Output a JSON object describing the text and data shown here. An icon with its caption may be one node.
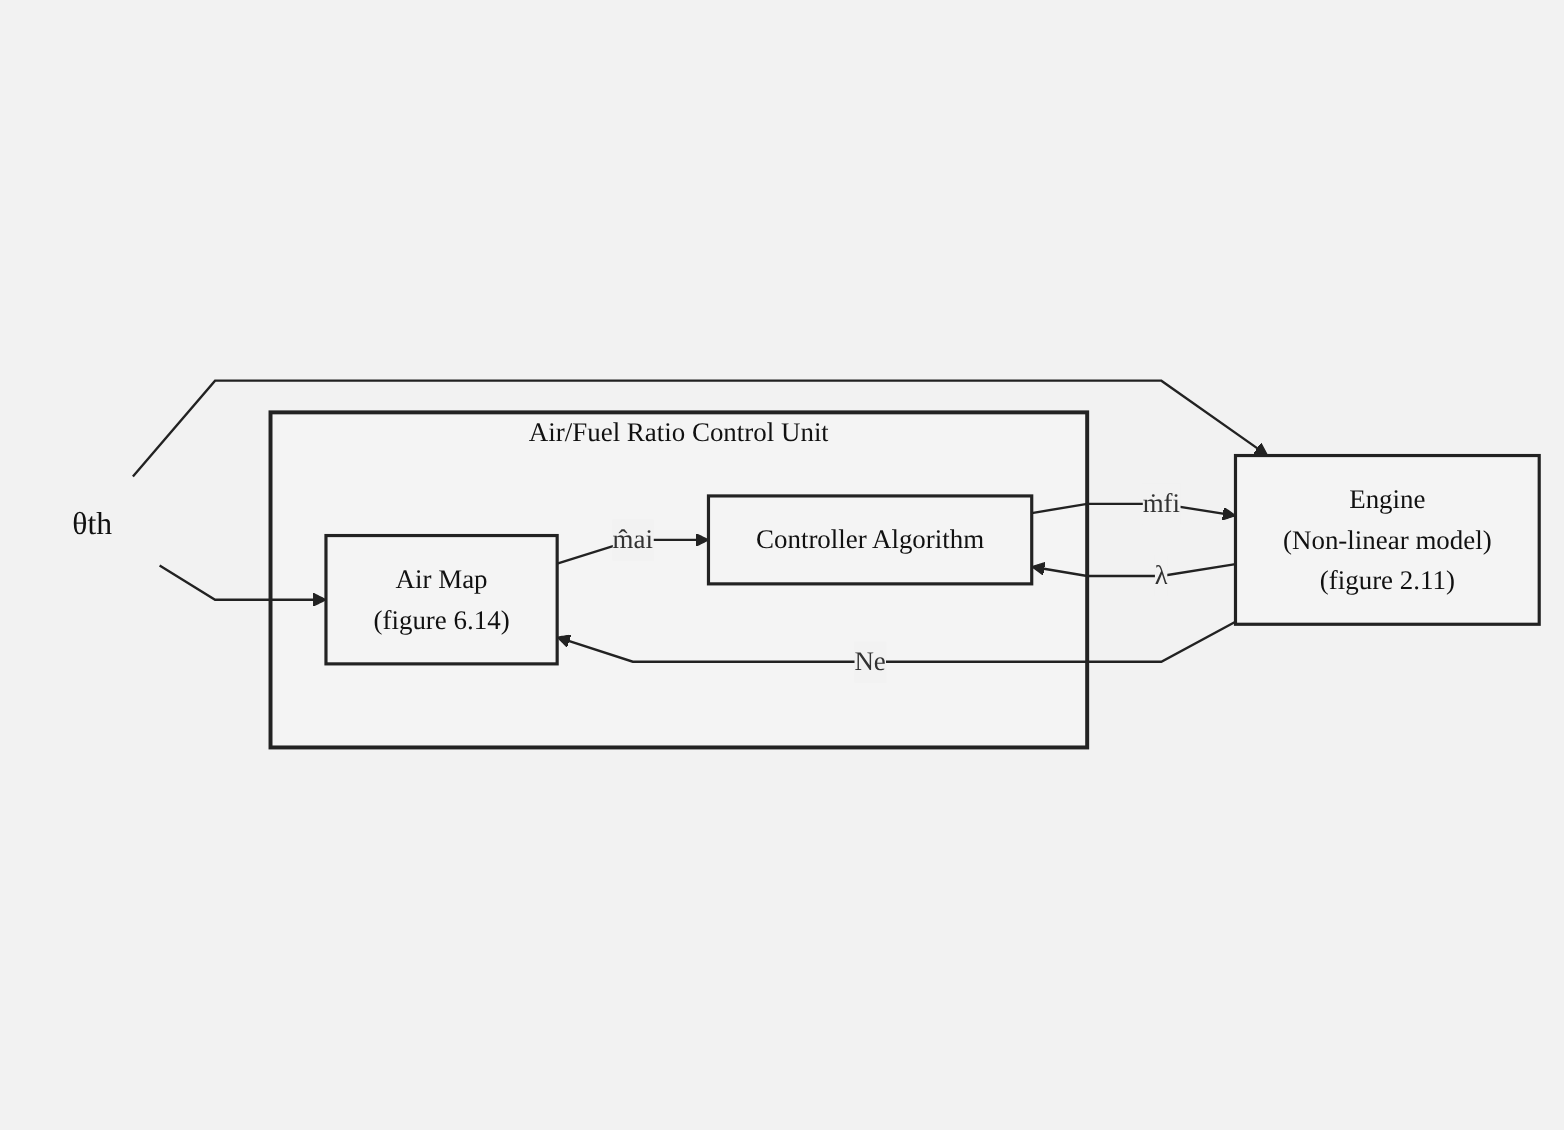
{
  "diagram": {
    "nodes": [
      {
        "text": [
          "Air/Fuel Ratio Control Unit"
        ]
      },
      {
        "text": [
          "Air Map",
          "(figure 6.14)"
        ],
        "in": 0
      },
      {
        "text": [
          "Controller Algorithm"
        ],
        "in": 0
      },
      {
        "text": [
          "Engine",
          "(Non-linear model)",
          "(figure 2.11)"
        ]
      },
      {
        "text": [
          "θth"
        ]
      }
    ],
    "edges": [
      {
        "from": 4,
        "to": 1,
        "arrow": "to"
      },
      {
        "from": 4,
        "to": 3,
        "arrow": "to"
      },
      {
        "from": 1,
        "to": 2,
        "label": "m̂ai",
        "arrow": "to"
      },
      {
        "from": 2,
        "to": 3,
        "label": "ṁfi",
        "arrow": "to"
      },
      {
        "from": 3,
        "to": 2,
        "label": "λ",
        "arrow": "to"
      },
      {
        "from": 3,
        "to": 1,
        "label": "Ne",
        "arrow": "to"
      }
    ]
  }
}
